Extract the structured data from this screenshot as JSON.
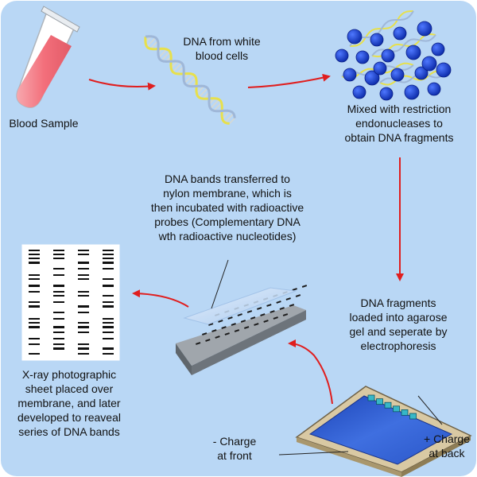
{
  "colors": {
    "background": "#b9d7f5",
    "arrow": "#e01e1e",
    "blood": "#f28b93",
    "gel": "#2e59c9",
    "nucleus": "#1a3fd6",
    "dna_a": "#e7e04c",
    "dna_b": "#9fb7d8"
  },
  "labels": {
    "blood_sample": "Blood Sample",
    "dna_source": "DNA from white\nblood cells",
    "restriction": "Mixed with restriction\nendonucleases to\nobtain DNA fragments",
    "transfer": "DNA bands transferred to\nnylon membrane, which is\nthen incubated with radioactive\nprobes (Complementary DNA\nwth radioactive nucleotides)",
    "electrophoresis": "DNA fragments\nloaded into agarose\ngel and seperate by\nelectrophoresis",
    "xray": "X-ray photographic\nsheet placed over\nmembrane, and later\ndeveloped to reaveal\nseries of DNA bands",
    "neg_charge": "- Charge\nat front",
    "pos_charge": "+ Charge\nat back"
  },
  "icons": [
    "test-tube-icon",
    "dna-helix-icon",
    "cell-nuclei-icon",
    "gel-box-icon",
    "membrane-icon",
    "xray-sheet-icon"
  ]
}
